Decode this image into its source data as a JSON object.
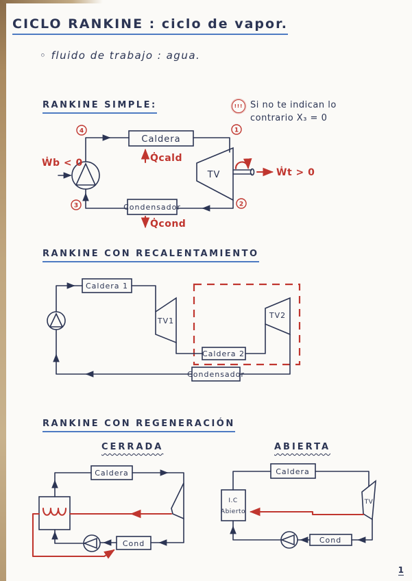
{
  "title": "CICLO RANKINE : ciclo de vapor.",
  "subtitle": "◦ fluido de trabajo : agua.",
  "page": {
    "number": "1"
  },
  "colors": {
    "ink": "#2c3554",
    "red": "#c0362f",
    "blue": "#4d7ac2",
    "paper": "#fbfaf7"
  },
  "simple": {
    "heading": "RANKINE SIMPLE:",
    "note_badge": "!!!",
    "note_line1": "Si no te indican lo",
    "note_line2": "contrario  X₃ = 0",
    "caldera": "Caldera",
    "q_cald": "Q̇cald",
    "q_cond": "Q̇cond",
    "tv": "TV",
    "wt": "Ẇt > 0",
    "wb": "Ẇb < 0",
    "condensador": "Condensador",
    "nodes": {
      "n1": "1",
      "n2": "2",
      "n3": "3",
      "n4": "4"
    }
  },
  "reheat": {
    "heading": "RANKINE CON RECALENTAMIENTO",
    "caldera1": "Caldera 1",
    "tv1": "TV1",
    "tv2": "TV2",
    "caldera2": "Caldera 2",
    "condensador": "Condensador"
  },
  "regen": {
    "heading": "RANKINE CON REGENERACIÓN",
    "closed": {
      "title": "CERRADA",
      "caldera": "Caldera",
      "cond": "Cond"
    },
    "open": {
      "title": "ABIERTA",
      "caldera": "Caldera",
      "ic1": "I.C",
      "ic2": "Abierto",
      "tv": "TV",
      "cond": "Cond"
    }
  }
}
